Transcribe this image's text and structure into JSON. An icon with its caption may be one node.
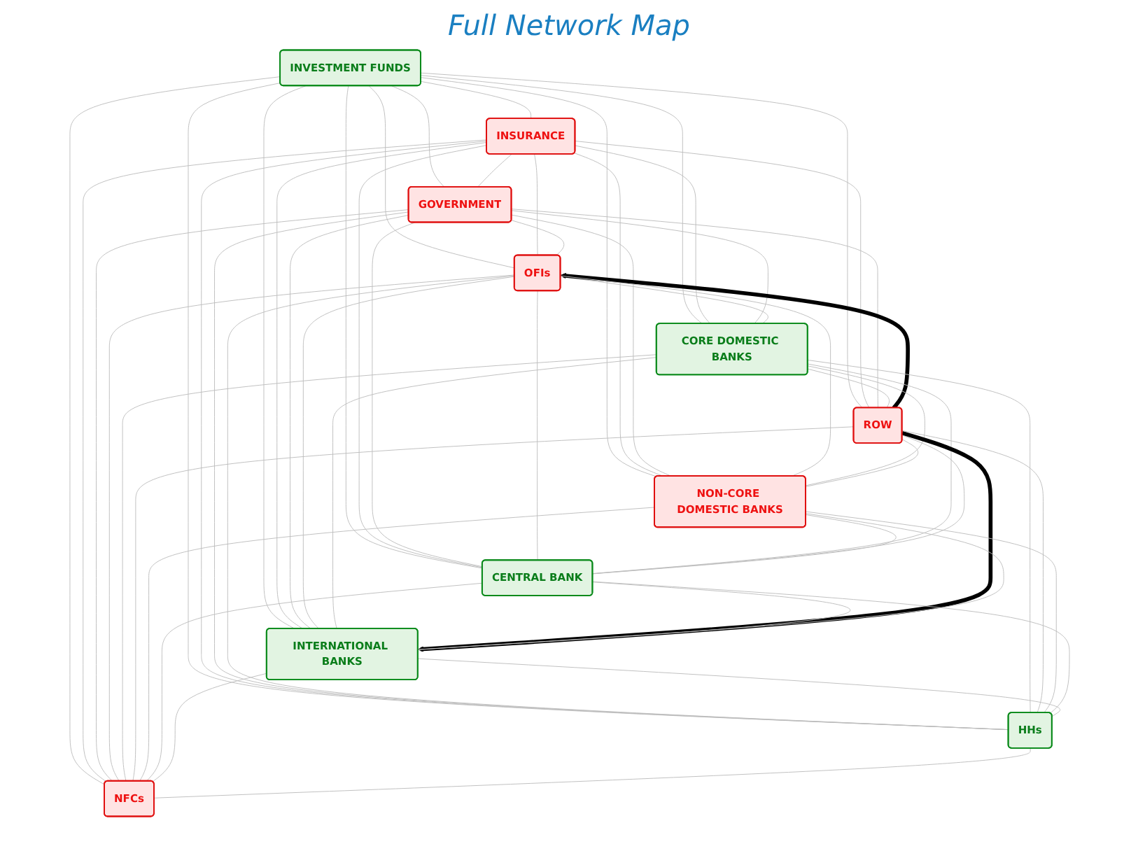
{
  "diagram": {
    "title": "Full Network Map",
    "nodes": [
      {
        "text": [
          "INVESTMENT FUNDS"
        ]
      },
      {
        "text": [
          "INSURANCE"
        ]
      },
      {
        "text": [
          "GOVERNMENT"
        ]
      },
      {
        "text": [
          "OFIs"
        ]
      },
      {
        "text": [
          "CORE DOMESTIC BANKS"
        ]
      },
      {
        "text": [
          "ROW"
        ]
      },
      {
        "text": [
          "NON-CORE DOMESTIC BANKS"
        ]
      },
      {
        "text": [
          "CENTRAL BANK"
        ]
      },
      {
        "text": [
          "INTERNATIONAL BANKS"
        ]
      },
      {
        "text": [
          "HHs"
        ]
      },
      {
        "text": [
          "NFCs"
        ]
      }
    ],
    "edges": [
      {
        "from": 0,
        "to": 1,
        "arrow": "none"
      },
      {
        "from": 0,
        "to": 2,
        "arrow": "none"
      },
      {
        "from": 0,
        "to": 3,
        "arrow": "none"
      },
      {
        "from": 0,
        "to": 4,
        "arrow": "none"
      },
      {
        "from": 0,
        "to": 5,
        "arrow": "none"
      },
      {
        "from": 0,
        "to": 6,
        "arrow": "none"
      },
      {
        "from": 0,
        "to": 7,
        "arrow": "none"
      },
      {
        "from": 0,
        "to": 8,
        "arrow": "none"
      },
      {
        "from": 0,
        "to": 9,
        "arrow": "none"
      },
      {
        "from": 0,
        "to": 10,
        "arrow": "none"
      },
      {
        "from": 1,
        "to": 2,
        "arrow": "none"
      },
      {
        "from": 1,
        "to": 3,
        "arrow": "none"
      },
      {
        "from": 1,
        "to": 4,
        "arrow": "none"
      },
      {
        "from": 1,
        "to": 5,
        "arrow": "none"
      },
      {
        "from": 1,
        "to": 6,
        "arrow": "none"
      },
      {
        "from": 1,
        "to": 7,
        "arrow": "none"
      },
      {
        "from": 1,
        "to": 8,
        "arrow": "none"
      },
      {
        "from": 1,
        "to": 9,
        "arrow": "none"
      },
      {
        "from": 1,
        "to": 10,
        "arrow": "none"
      },
      {
        "from": 2,
        "to": 3,
        "arrow": "none"
      },
      {
        "from": 2,
        "to": 4,
        "arrow": "none"
      },
      {
        "from": 2,
        "to": 5,
        "arrow": "none"
      },
      {
        "from": 2,
        "to": 6,
        "arrow": "none"
      },
      {
        "from": 2,
        "to": 7,
        "arrow": "none"
      },
      {
        "from": 2,
        "to": 8,
        "arrow": "none"
      },
      {
        "from": 2,
        "to": 9,
        "arrow": "none"
      },
      {
        "from": 2,
        "to": 10,
        "arrow": "none"
      },
      {
        "from": 3,
        "to": 4,
        "arrow": "none"
      },
      {
        "from": 5,
        "to": 3,
        "arrow": "to",
        "style": "thick",
        "color": "#000000"
      },
      {
        "from": 3,
        "to": 6,
        "arrow": "none"
      },
      {
        "from": 3,
        "to": 7,
        "arrow": "none"
      },
      {
        "from": 3,
        "to": 8,
        "arrow": "none"
      },
      {
        "from": 3,
        "to": 9,
        "arrow": "none"
      },
      {
        "from": 3,
        "to": 10,
        "arrow": "none"
      },
      {
        "from": 4,
        "to": 5,
        "arrow": "none"
      },
      {
        "from": 4,
        "to": 6,
        "arrow": "none"
      },
      {
        "from": 4,
        "to": 7,
        "arrow": "none"
      },
      {
        "from": 4,
        "to": 8,
        "arrow": "none"
      },
      {
        "from": 4,
        "to": 9,
        "arrow": "none"
      },
      {
        "from": 4,
        "to": 10,
        "arrow": "none"
      },
      {
        "from": 5,
        "to": 6,
        "arrow": "none"
      },
      {
        "from": 5,
        "to": 7,
        "arrow": "none"
      },
      {
        "from": 5,
        "to": 8,
        "arrow": "to",
        "style": "thick",
        "color": "#000000"
      },
      {
        "from": 5,
        "to": 9,
        "arrow": "none"
      },
      {
        "from": 5,
        "to": 10,
        "arrow": "none"
      },
      {
        "from": 6,
        "to": 7,
        "arrow": "none"
      },
      {
        "from": 6,
        "to": 8,
        "arrow": "none"
      },
      {
        "from": 6,
        "to": 9,
        "arrow": "none"
      },
      {
        "from": 6,
        "to": 10,
        "arrow": "none"
      },
      {
        "from": 7,
        "to": 8,
        "arrow": "none"
      },
      {
        "from": 7,
        "to": 9,
        "arrow": "none"
      },
      {
        "from": 7,
        "to": 10,
        "arrow": "none"
      },
      {
        "from": 8,
        "to": 9,
        "arrow": "none"
      },
      {
        "from": 8,
        "to": 10,
        "arrow": "none"
      },
      {
        "from": 9,
        "to": 10,
        "arrow": "none"
      }
    ]
  }
}
